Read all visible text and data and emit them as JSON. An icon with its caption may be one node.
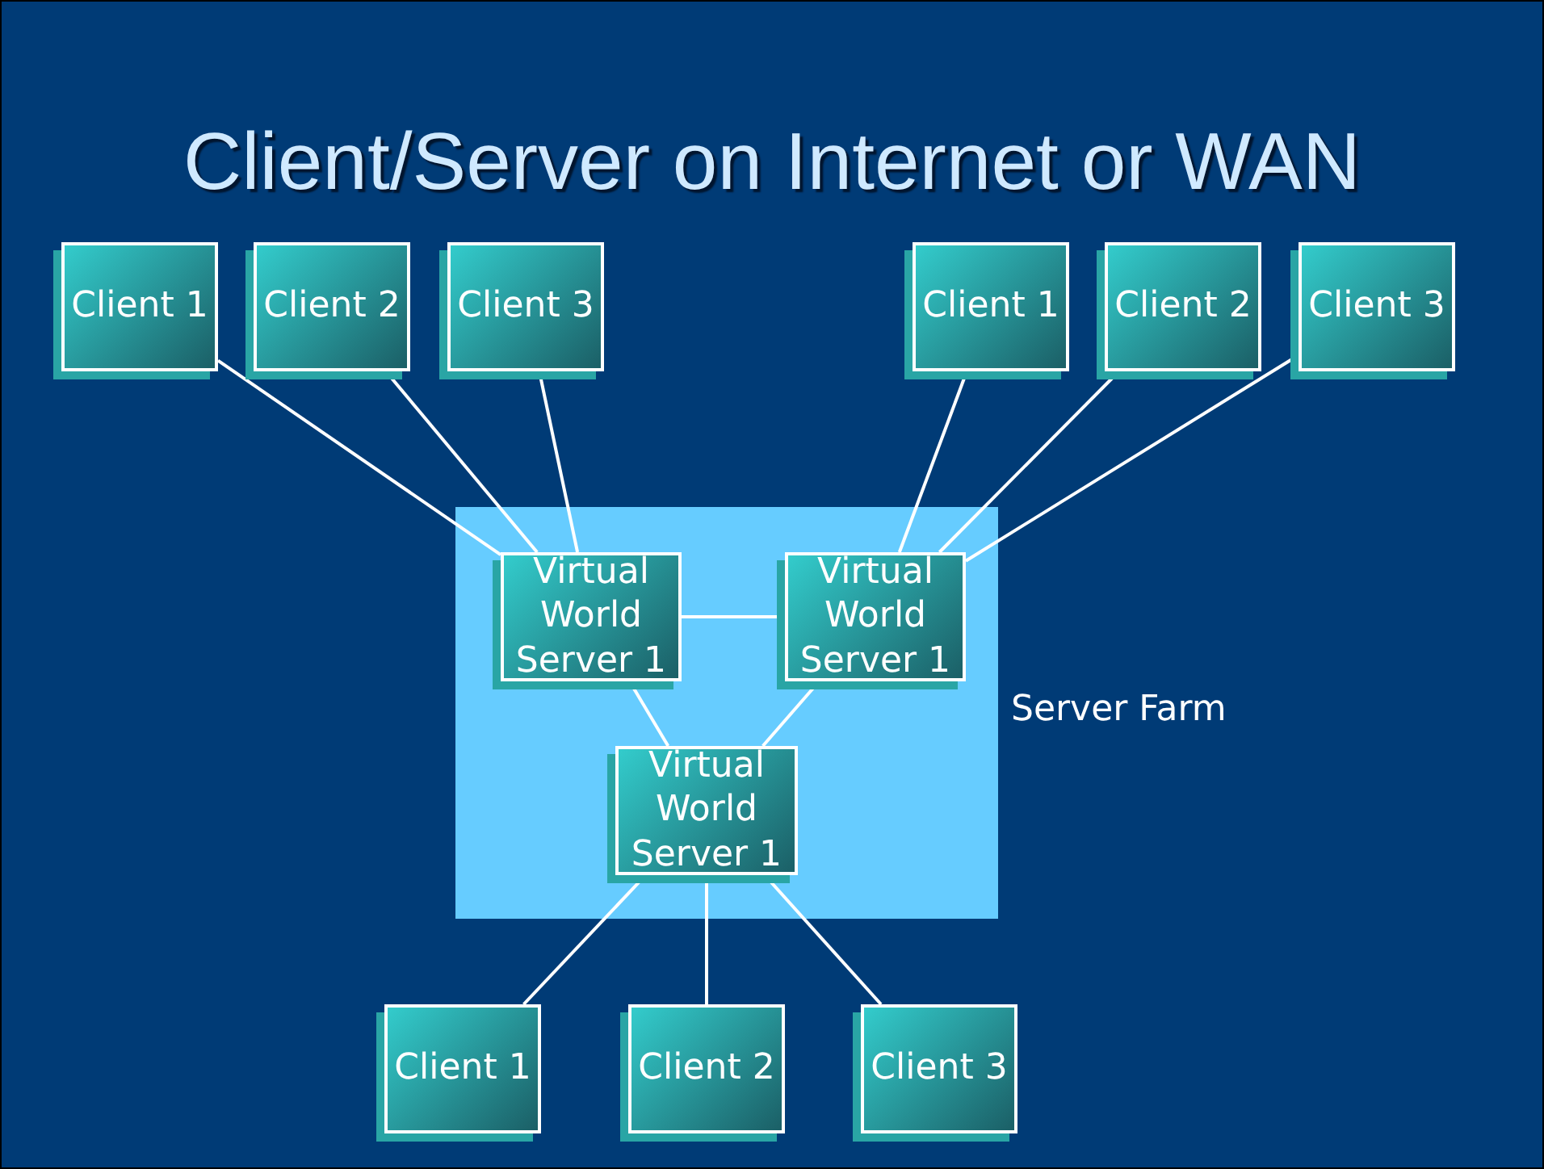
{
  "diagram": {
    "title": "Client/Server on Internet or WAN",
    "nodes": [
      {
        "text": [
          "Server Farm"
        ]
      },
      {
        "text": [
          "Client 1"
        ]
      },
      {
        "text": [
          "Client 2"
        ]
      },
      {
        "text": [
          "Client 3"
        ]
      },
      {
        "text": [
          "Client 1"
        ]
      },
      {
        "text": [
          "Client 2"
        ]
      },
      {
        "text": [
          "Client 3"
        ]
      },
      {
        "text": [
          "Virtual World Server 1"
        ],
        "in": 0
      },
      {
        "text": [
          "Virtual World Server 1"
        ],
        "in": 0
      },
      {
        "text": [
          "Virtual World Server 1"
        ],
        "in": 0
      },
      {
        "text": [
          "Client 1"
        ]
      },
      {
        "text": [
          "Client 2"
        ]
      },
      {
        "text": [
          "Client 3"
        ]
      }
    ],
    "edges": [
      {
        "from": 1,
        "to": 7,
        "arrow": "none"
      },
      {
        "from": 2,
        "to": 7,
        "arrow": "none"
      },
      {
        "from": 3,
        "to": 7,
        "arrow": "none"
      },
      {
        "from": 4,
        "to": 8,
        "arrow": "none"
      },
      {
        "from": 5,
        "to": 8,
        "arrow": "none"
      },
      {
        "from": 6,
        "to": 8,
        "arrow": "none"
      },
      {
        "from": 7,
        "to": 8,
        "arrow": "none"
      },
      {
        "from": 7,
        "to": 9,
        "arrow": "none"
      },
      {
        "from": 8,
        "to": 9,
        "arrow": "none"
      },
      {
        "from": 9,
        "to": 10,
        "arrow": "none"
      },
      {
        "from": 9,
        "to": 11,
        "arrow": "none"
      },
      {
        "from": 9,
        "to": 12,
        "arrow": "none"
      }
    ]
  }
}
